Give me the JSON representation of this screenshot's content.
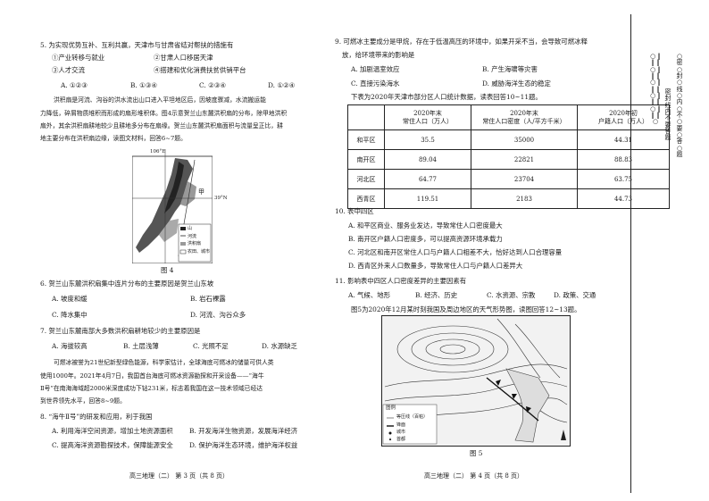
{
  "left": {
    "q5": {
      "stem": "5. 为实现优势互补、互利共赢，天津市与甘肃省结对帮扶的措施有",
      "opt1": "①产业转移与就业",
      "opt2": "②甘肃人口移居天津",
      "opt3": "③人才交流",
      "opt4": "④搭建和优化消费扶贫供销平台",
      "A": "A. ①②③",
      "B": "B. ①③④",
      "C": "C. ②③④",
      "D": "D. ①②④"
    },
    "passage": [
      "洪积扇是河流、沟谷的洪水流出山口进入平坦地区后，因坡度骤减，水流搬运能",
      "力降低，碎屑物质堆积而形成的扇形堆积体。图4示意贺兰山东麓洪积扇的分布，除甲地洪积",
      "扇外，其余洪积扇耕地较少且耕地多分布在扇缘。贺兰山东麓洪积扇面积与流量呈正比，耕",
      "地主要分布在洪积扇边缘，读图文材料，回答6~7题。"
    ],
    "map4": {
      "lon": "106°E",
      "lat": "39°N",
      "place": "甲",
      "legend": [
        "山",
        "河流",
        "洪积扇",
        "农田、城市"
      ],
      "caption": "图 4"
    },
    "q6": {
      "stem": "6. 贺兰山东麓洪积扇集中连片分布的主要原因是贺兰山东坡",
      "A": "A. 坡度和缓",
      "B": "B. 岩石裸露",
      "C": "C. 降水集中",
      "D": "D. 河流、沟谷众多"
    },
    "q7": {
      "stem": "7. 贺兰山东麓南部大多数洪积扇耕地较少的主要原因是",
      "A": "A. 海拔较高",
      "B": "B. 土层浅薄",
      "C": "C. 光照不足",
      "D": "D. 水源缺乏"
    },
    "passage2": [
      "可燃冰被誉为21世纪新型绿色能源，科学家估计，全球海底可燃冰的储量可供人类",
      "使用1000年。2021年4月7日，我国首台海底可燃冰资源勘探和开采设备——“海牛",
      "Ⅱ号”在南海海域超2000米深度成功下钻231米，标志着我国在这一技术领域已经达",
      "到世界领先水平，回答8~9题。"
    ],
    "q8": {
      "stem": "8. “海牛Ⅱ号”的研发和应用，利于我国",
      "A": "A. 利用海洋空间资源，增加土地资源面积",
      "B": "B. 开发海洋生物资源，发展海洋经济",
      "C": "C. 提高海洋资源勘探技术，保障能源安全",
      "D": "D. 保护海洋生态环境，维护海洋权益"
    },
    "footer": "高三地理（二） 第 3 页（共 8 页）"
  },
  "right": {
    "q9": {
      "stem1": "9. 可燃冰主要成分是甲烷，存在于低温高压的环境中，如果开采不当，会导致可燃冰释",
      "stem2": "放，给环境带来的影响是",
      "A": "A. 加剧温室效应",
      "B": "B. 产生海啸等灾害",
      "C": "C. 直接污染海水",
      "D": "D. 威胁海洋生态的稳定"
    },
    "table_intro": "下表为2020年天津市部分区人口统计数据，读表回答10~11题。",
    "table": {
      "headers": [
        "",
        "2020年末\n常住人口（万人）",
        "2020年末\n常住人口密度（人/平方千米）",
        "2020年初\n户籍人口（万人）"
      ],
      "rows": [
        [
          "和平区",
          "35.5",
          "35000",
          "44.31"
        ],
        [
          "南开区",
          "89.04",
          "22821",
          "88.83"
        ],
        [
          "河北区",
          "64.77",
          "23704",
          "63.75"
        ],
        [
          "西青区",
          "119.51",
          "2183",
          "44.73"
        ]
      ]
    },
    "q10": {
      "stem": "10. 表中四区",
      "A": "A. 和平区商业、服务业发达，导致常住人口密度最大",
      "B": "B. 南开区户籍人口密度多，可以提高资源环境承载力",
      "C": "C. 河北区和南开区常住人口与户籍人口相差不大，恰好达到人口合理容量",
      "D": "D. 西青区外来人口数量多，导致常住人口与户籍人口差异大"
    },
    "q11": {
      "stem": "11. 影响表中四区人口密度差异的主要因素有",
      "A": "A. 气候、地形",
      "B": "B. 经济、历史",
      "C": "C. 水资源、宗教",
      "D": "D. 政策、交通"
    },
    "fig5_intro": "图5为2020年12月某时刻我国及周边地区的天气形势图，读图回答12~13题。",
    "map5": {
      "legend_title": "图例",
      "legend": [
        "等压线（百帕）",
        "锋面",
        "城市",
        "首都"
      ],
      "caption": "图 5"
    },
    "footer": "高三地理（二） 第 4 页（共 8 页）"
  },
  "binding_strip": {
    "col1": "○ ‖ ‖ ‖ ○ ‖ ‖ ‖ ○ ‖ ‖ ‖ ○ ‖ ‖ ‖ ○ ‖ ‖ ‖ ○",
    "col2": "密 封 线 内 不 要 答 题",
    "col3": "○ 密 ○ 封 ○ 线 ○ 内 ○ 不 ○ 要 ○ 答 ○ 题"
  }
}
